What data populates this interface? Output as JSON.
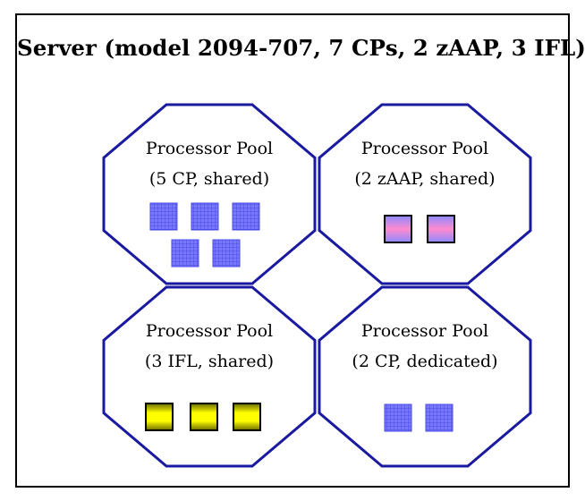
{
  "title": "Server (model 2094-707, 7 CPs, 2 zAAP, 3 IFL)",
  "colors": {
    "pool_border": "#1a1aa0",
    "cp_fill": "#7878ff",
    "cp_grid": "#4a4ae0",
    "zaap_top": "#8a8aff",
    "zaap_mid": "#ff8ad0",
    "ifl_light": "#ffff00",
    "ifl_dark": "#6a6a00"
  },
  "pools": [
    {
      "id": "cp-shared",
      "line1": "Processor Pool",
      "line2": "(5 CP, shared)",
      "chip_type": "cp",
      "count": 5
    },
    {
      "id": "zaap-shared",
      "line1": "Processor Pool",
      "line2": "(2 zAAP, shared)",
      "chip_type": "zaap",
      "count": 2
    },
    {
      "id": "ifl-shared",
      "line1": "Processor Pool",
      "line2": "(3 IFL, shared)",
      "chip_type": "ifl",
      "count": 3
    },
    {
      "id": "cp-dedicated",
      "line1": "Processor Pool",
      "line2": "(2 CP, dedicated)",
      "chip_type": "cp",
      "count": 2
    }
  ]
}
